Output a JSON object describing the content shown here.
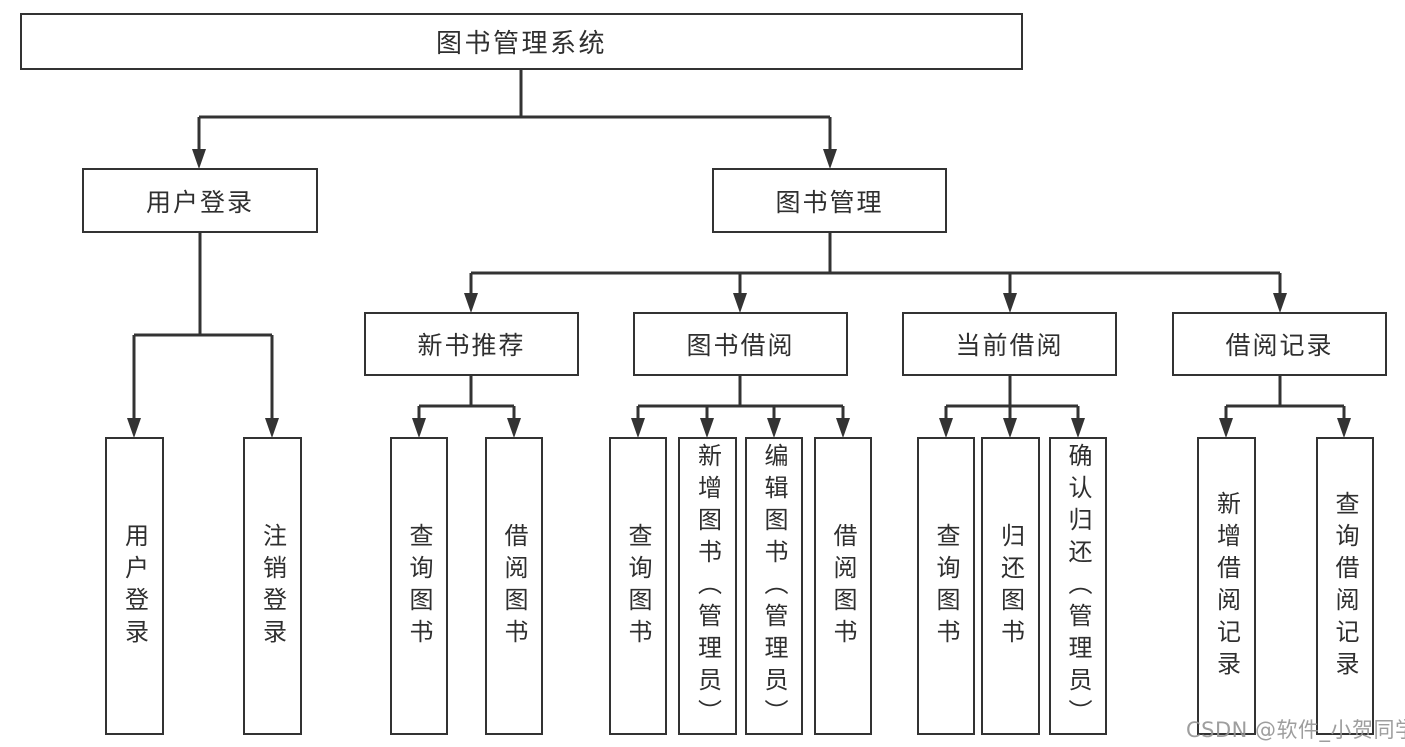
{
  "diagram": {
    "root": {
      "label": "图书管理系统"
    },
    "branches": [
      {
        "label": "用户登录",
        "children": [
          {
            "label": "用户登录"
          },
          {
            "label": "注销登录"
          }
        ]
      },
      {
        "label": "图书管理",
        "children": [
          {
            "label": "新书推荐",
            "children": [
              {
                "label": "查询图书"
              },
              {
                "label": "借阅图书"
              }
            ]
          },
          {
            "label": "图书借阅",
            "children": [
              {
                "label": "查询图书"
              },
              {
                "label": "新增图书（管理员）"
              },
              {
                "label": "编辑图书（管理员）"
              },
              {
                "label": "借阅图书"
              }
            ]
          },
          {
            "label": "当前借阅",
            "children": [
              {
                "label": "查询图书"
              },
              {
                "label": "归还图书"
              },
              {
                "label": "确认归还（管理员）"
              }
            ]
          },
          {
            "label": "借阅记录",
            "children": [
              {
                "label": "新增借阅记录"
              },
              {
                "label": "查询借阅记录"
              }
            ]
          }
        ]
      }
    ]
  },
  "watermark": {
    "text": "CSDN @软件_小贺同学"
  },
  "colors": {
    "line": "#333333",
    "box_border": "#333333",
    "text": "#2f2f2f",
    "watermark": "#949494",
    "background": "#ffffff"
  }
}
